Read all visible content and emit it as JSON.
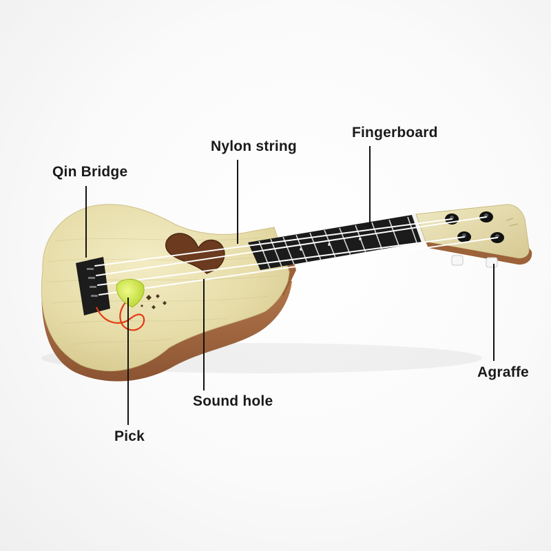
{
  "labels": {
    "fingerboard": "Fingerboard",
    "nylon_string": "Nylon string",
    "qin_bridge": "Qin Bridge",
    "agraffe": "Agraffe",
    "sound_hole": "Sound hole",
    "pick": "Pick"
  },
  "colors": {
    "soundboard": "#e8dfae",
    "body_side": "#a46a44",
    "fingerboard": "#1b1b1b",
    "strings": "#ffffff",
    "pick": "#d7ef3c",
    "pick_cord": "#e33a12"
  }
}
